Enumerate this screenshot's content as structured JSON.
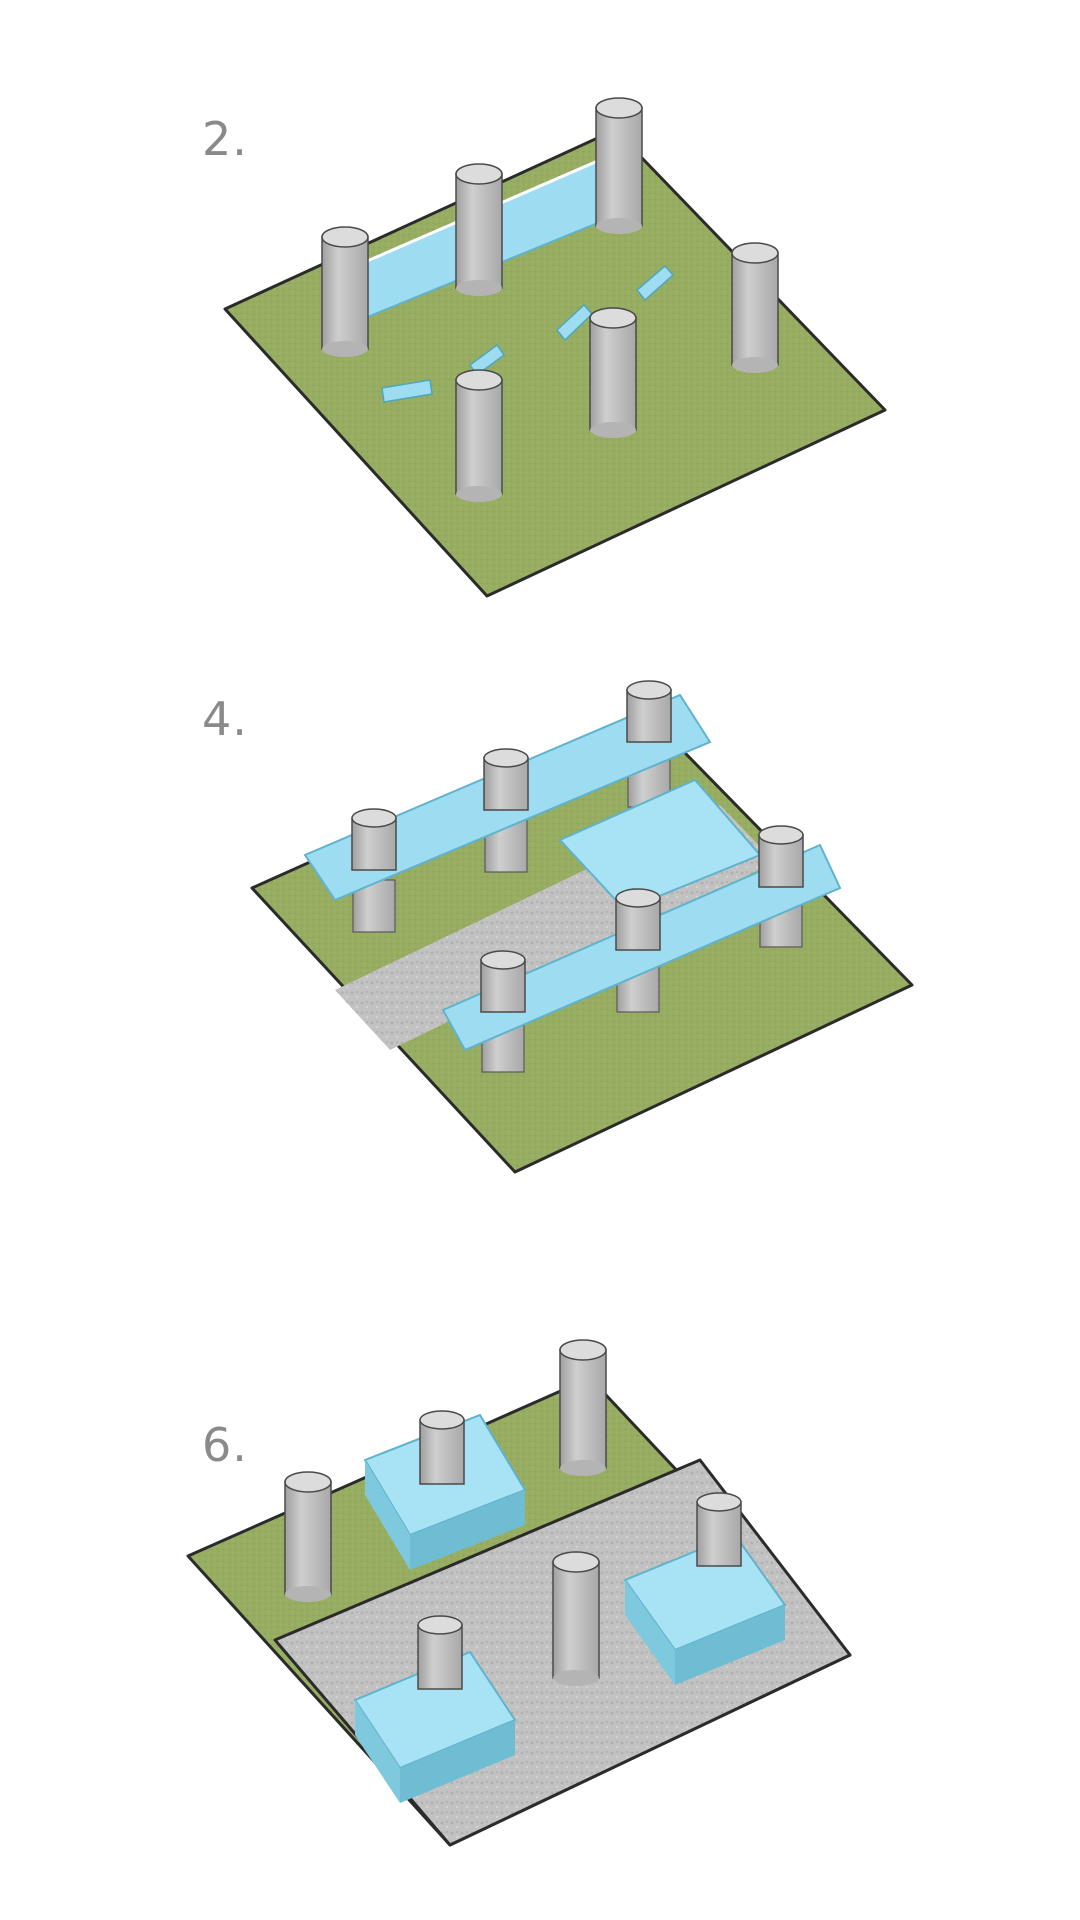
{
  "steps": [
    {
      "label": "2."
    },
    {
      "label": "4."
    },
    {
      "label": "6."
    }
  ],
  "colors": {
    "grass": "#97ad62",
    "paving": "#c2c2c2",
    "glass": "#9edcf2",
    "glass_side": "#6ebdd3",
    "column": "#c8c8c8",
    "column_top": "#dcdcdc",
    "edge": "#2b2b2b",
    "label": "#8a8a8a"
  },
  "icons": [
    "column-icon",
    "glass-wall-icon",
    "platform-icon",
    "pavilion-icon"
  ]
}
